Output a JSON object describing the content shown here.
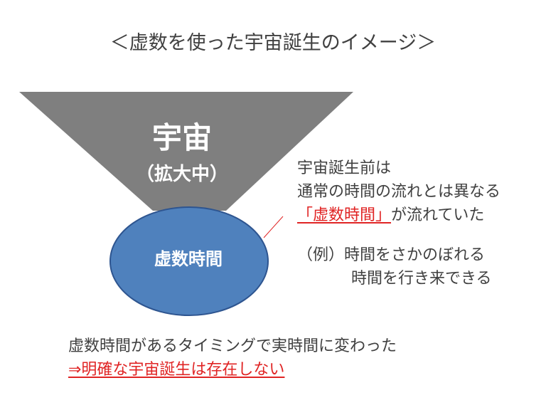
{
  "slide": {
    "title": "＜虚数を使った宇宙誕生のイメージ＞",
    "funnel": {
      "label": "宇宙",
      "sublabel": "（拡大中）"
    },
    "ellipse": {
      "label": "虚数時間"
    },
    "callout": {
      "line1": "宇宙誕生前は",
      "line2": "通常の時間の流れとは異なる",
      "line3_highlight": "「虚数時間」",
      "line3_rest": "が流れていた"
    },
    "example": {
      "line1": "（例）時間をさかのぼれる",
      "line2": "時間を行き来できる"
    },
    "bottom": {
      "line1": "虚数時間があるタイミングで実時間に変わった",
      "line2": "⇒明確な宇宙誕生は存在しない"
    }
  },
  "colors": {
    "funnel": "#7f7f7f",
    "ellipse_fill": "#4f81bd",
    "ellipse_stroke": "#2e5590",
    "highlight": "#e02424",
    "text": "#404040"
  }
}
